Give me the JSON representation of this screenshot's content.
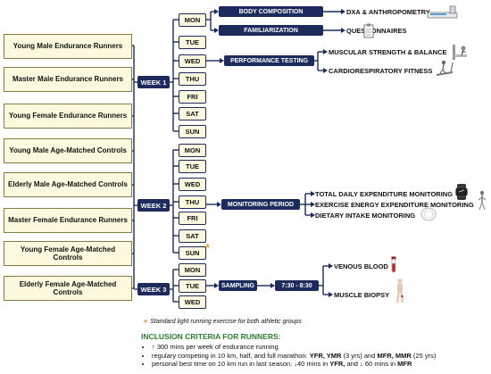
{
  "groups": [
    "Young Male Endurance Runners",
    "Master Male Endurance Runners",
    "Young Female Endurance Runners",
    "Young Male Age-Matched Controls",
    "Elderly Male Age-Matched Controls",
    "Master Female Endurance Runners",
    "Young Female Age-Matched Controls",
    "Elderly Female Age-Matched Controls"
  ],
  "weeks": {
    "w1": "WEEK 1",
    "w2": "WEEK 2",
    "w3": "WEEK 3"
  },
  "days": {
    "mon": "MON",
    "tue": "TUE",
    "wed": "WED",
    "thu": "THU",
    "fri": "FRI",
    "sat": "SAT",
    "sun": "SUN"
  },
  "boxes": {
    "body_composition": "BODY COMPOSITION",
    "familiarization": "FAMILIARIZATION",
    "performance_testing": "PERFORMANCE TESTING",
    "monitoring_period": "MONITORING PERIOD",
    "sampling": "SAMPLING",
    "time": "7:30 - 8:30"
  },
  "labels": {
    "dxa": "DXA & ANTHROPOMETRY",
    "questionnaires": "QUESTIONNAIRES",
    "muscular": "MUSCULAR STRENGTH & BALANCE",
    "cardio": "CARDIORESPIRATORY FITNESS",
    "total_daily": "TOTAL DAILY EXPENDITURE MONITORING",
    "exercise_energy": "EXERCISE ENERGY EXPENDITURE MONITORING",
    "dietary": "DIETARY INTAKE MONITORING",
    "venous": "VENOUS BLOOD",
    "biopsy": "MUSCLE BIOPSY"
  },
  "note": "Standard light running exercise for both athletic groups",
  "inclusion": {
    "title": "INCLUSION CRITERIA FOR  RUNNERS:",
    "b1": "↑ 300 mins per week of endurance running",
    "b2_a": "regulary competing in 10 km, half, and full marathon: ",
    "b2_b": "YFR, YMR",
    "b2_c": " (3 yrs) and ",
    "b2_d": "MFR, MMR",
    "b2_e": " (25  yrs)",
    "b3_a": "personal best time on 10 km run in last season: ↓40 mins in ",
    "b3_b": "YFR,",
    "b3_c": " and ↓ 60 mins in ",
    "b3_d": "MFR"
  },
  "colors": {
    "navy": "#1c2a5c",
    "cream": "#fcf9df",
    "green": "#2e7d32",
    "star": "#e8a23a"
  },
  "icons": [
    "dxa-scanner-icon",
    "questionnaire-clipboard-icon",
    "strength-machine-icon",
    "treadmill-icon",
    "smartwatch-icon",
    "person-icon",
    "plate-icon",
    "blood-tube-icon",
    "body-biopsy-icon"
  ]
}
